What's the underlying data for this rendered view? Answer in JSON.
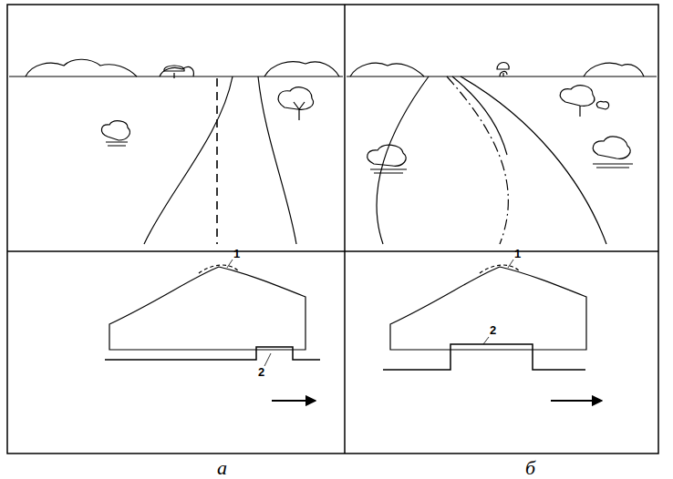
{
  "diagram": {
    "labels": [
      "1",
      "2",
      "1",
      "2",
      "а",
      "б"
    ]
  }
}
